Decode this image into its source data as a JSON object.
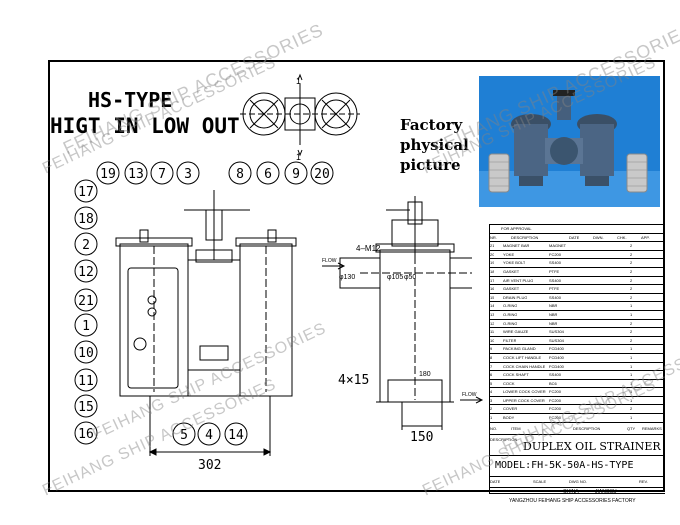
{
  "heading": {
    "line1": "HS-TYPE",
    "line2": "HIGT IN LOW OUT"
  },
  "photo_caption": {
    "line1": "Factory",
    "line2": "physical",
    "line3": "picture"
  },
  "balloons_top": [
    "19",
    "13",
    "7",
    "3",
    "8",
    "6",
    "9",
    "20"
  ],
  "balloons_left": [
    "17",
    "18",
    "2",
    "12",
    "21",
    "1",
    "10",
    "11",
    "15",
    "16"
  ],
  "balloons_bottom": [
    "5",
    "4",
    "14"
  ],
  "dimensions": {
    "width": "302",
    "height_side": "150",
    "holes": "4×15",
    "bolt": "4–M12",
    "d1": "φ130",
    "d2": "φ105",
    "d3": "φ50",
    "base": "180",
    "section_mark": "1"
  },
  "flow_label": "FLOW",
  "table": {
    "header": {
      "approval": "FOR APPROVAL",
      "no": "NR.",
      "desc": "DESCRIPTION",
      "date": "DATE",
      "dwn": "DWN.",
      "chk": "CHK.",
      "app": "APP."
    },
    "rows": [
      [
        "21",
        "MAGNET BAR",
        "MAGNET",
        "2"
      ],
      [
        "20",
        "YOKE",
        "FC200",
        "2"
      ],
      [
        "19",
        "YOKE BOLT",
        "SS400",
        "2"
      ],
      [
        "18",
        "GASKET",
        "PTFE",
        "2"
      ],
      [
        "17",
        "AIR VENT PLUG",
        "SS400",
        "2"
      ],
      [
        "16",
        "GASKET",
        "PTFE",
        "2"
      ],
      [
        "15",
        "DRAIN PLUG",
        "SS400",
        "2"
      ],
      [
        "14",
        "O-RING",
        "NBR",
        "1"
      ],
      [
        "13",
        "O-RING",
        "NBR",
        "1"
      ],
      [
        "12",
        "O-RING",
        "NBR",
        "2"
      ],
      [
        "11",
        "WIRE GAUZE",
        "SUS304",
        "2"
      ],
      [
        "10",
        "FILTER",
        "SUS304",
        "2"
      ],
      [
        "9",
        "PACKING GLAND",
        "FCD400",
        "1"
      ],
      [
        "8",
        "COCK LIFT HANDLE",
        "FCD400",
        "1"
      ],
      [
        "7",
        "COCK CHAIN HANDLE",
        "FCD400",
        "1"
      ],
      [
        "6",
        "COCK SHAFT",
        "SS400",
        "1"
      ],
      [
        "5",
        "COCK",
        "BC6",
        "1"
      ],
      [
        "4",
        "LOWER COCK COVER",
        "FC200",
        "1"
      ],
      [
        "3",
        "UPPER COCK COVER",
        "FC200",
        "1"
      ],
      [
        "2",
        "COVER",
        "FC200",
        "2"
      ],
      [
        "1",
        "BODY",
        "FC200",
        "1"
      ]
    ],
    "footer": {
      "no": "NO.",
      "item": "ITEM",
      "desc": "DESCRIPTION",
      "qty": "QTY",
      "remarks": "REMARKS"
    },
    "description_label": "DESCRIPTION",
    "product": "DUPLEX OIL STRAINER",
    "model": "MODEL:FH-5K-50A-HS-TYPE",
    "meta": {
      "date": "DATE",
      "scale": "SCALE",
      "dwg": "DWG NO.",
      "rev": "REV."
    },
    "location": {
      "country": "CHINA",
      "province": "JIANGSU"
    },
    "factory": "YANGZHOU FEIHANG SHIP ACCESSORIES FACTORY"
  },
  "watermark": "FEIHANG SHIP ACCESSORIES"
}
